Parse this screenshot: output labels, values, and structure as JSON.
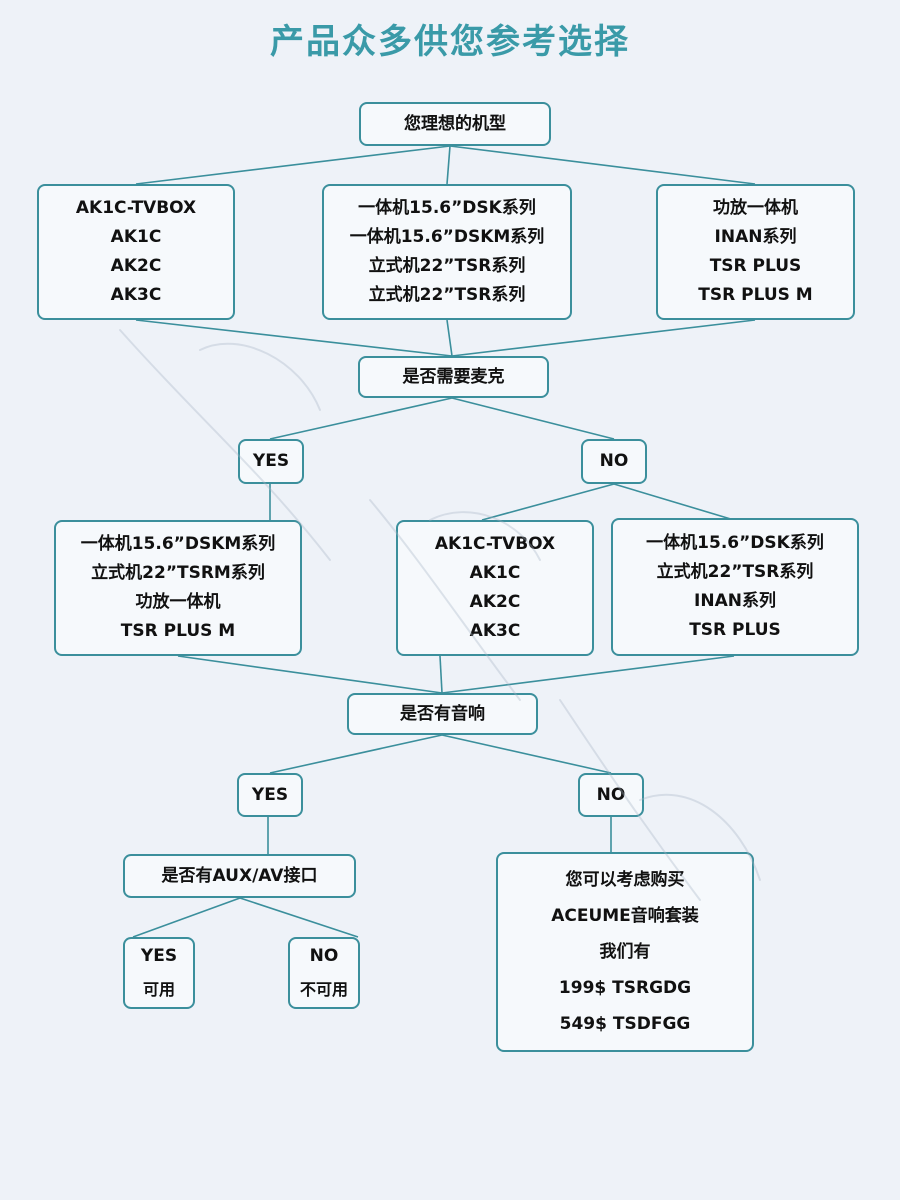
{
  "title": "产品众多供您参考选择",
  "nodes": {
    "ideal": {
      "lines": [
        "您理想的机型"
      ]
    },
    "model_a": {
      "lines": [
        "AK1C-TVBOX",
        "AK1C",
        "AK2C",
        "AK3C"
      ]
    },
    "model_b": {
      "lines": [
        "一体机15.6”DSK系列",
        "一体机15.6”DSKM系列",
        "立式机22”TSR系列",
        "立式机22”TSR系列"
      ]
    },
    "model_c": {
      "lines": [
        "功放一体机",
        "INAN系列",
        "TSR PLUS",
        "TSR PLUS M"
      ]
    },
    "mic": {
      "lines": [
        "是否需要麦克"
      ]
    },
    "mic_yes": {
      "lines": [
        "YES"
      ]
    },
    "mic_no": {
      "lines": [
        "NO"
      ]
    },
    "yes_models": {
      "lines": [
        "一体机15.6”DSKM系列",
        "立式机22”TSRM系列",
        "功放一体机",
        "TSR PLUS M"
      ]
    },
    "no_models_a": {
      "lines": [
        "AK1C-TVBOX",
        "AK1C",
        "AK2C",
        "AK3C"
      ]
    },
    "no_models_b": {
      "lines": [
        "一体机15.6”DSK系列",
        "立式机22”TSR系列",
        "INAN系列",
        "TSR PLUS"
      ]
    },
    "speaker": {
      "lines": [
        "是否有音响"
      ]
    },
    "spk_yes": {
      "lines": [
        "YES"
      ]
    },
    "spk_no": {
      "lines": [
        "NO"
      ]
    },
    "aux": {
      "lines": [
        "是否有AUX/AV接口"
      ]
    },
    "aux_yes": {
      "lines": [
        "YES",
        "可用"
      ]
    },
    "aux_no": {
      "lines": [
        "NO",
        "不可用"
      ]
    },
    "suggest": {
      "lines": [
        "您可以考虑购买",
        "ACEUME音响套装",
        "我们有",
        "199$  TSRGDG",
        "549$   TSDFGG"
      ]
    }
  },
  "colors": {
    "accent": "#3a9aa8",
    "border": "#3b8f9c",
    "background": "#eef2f8"
  }
}
